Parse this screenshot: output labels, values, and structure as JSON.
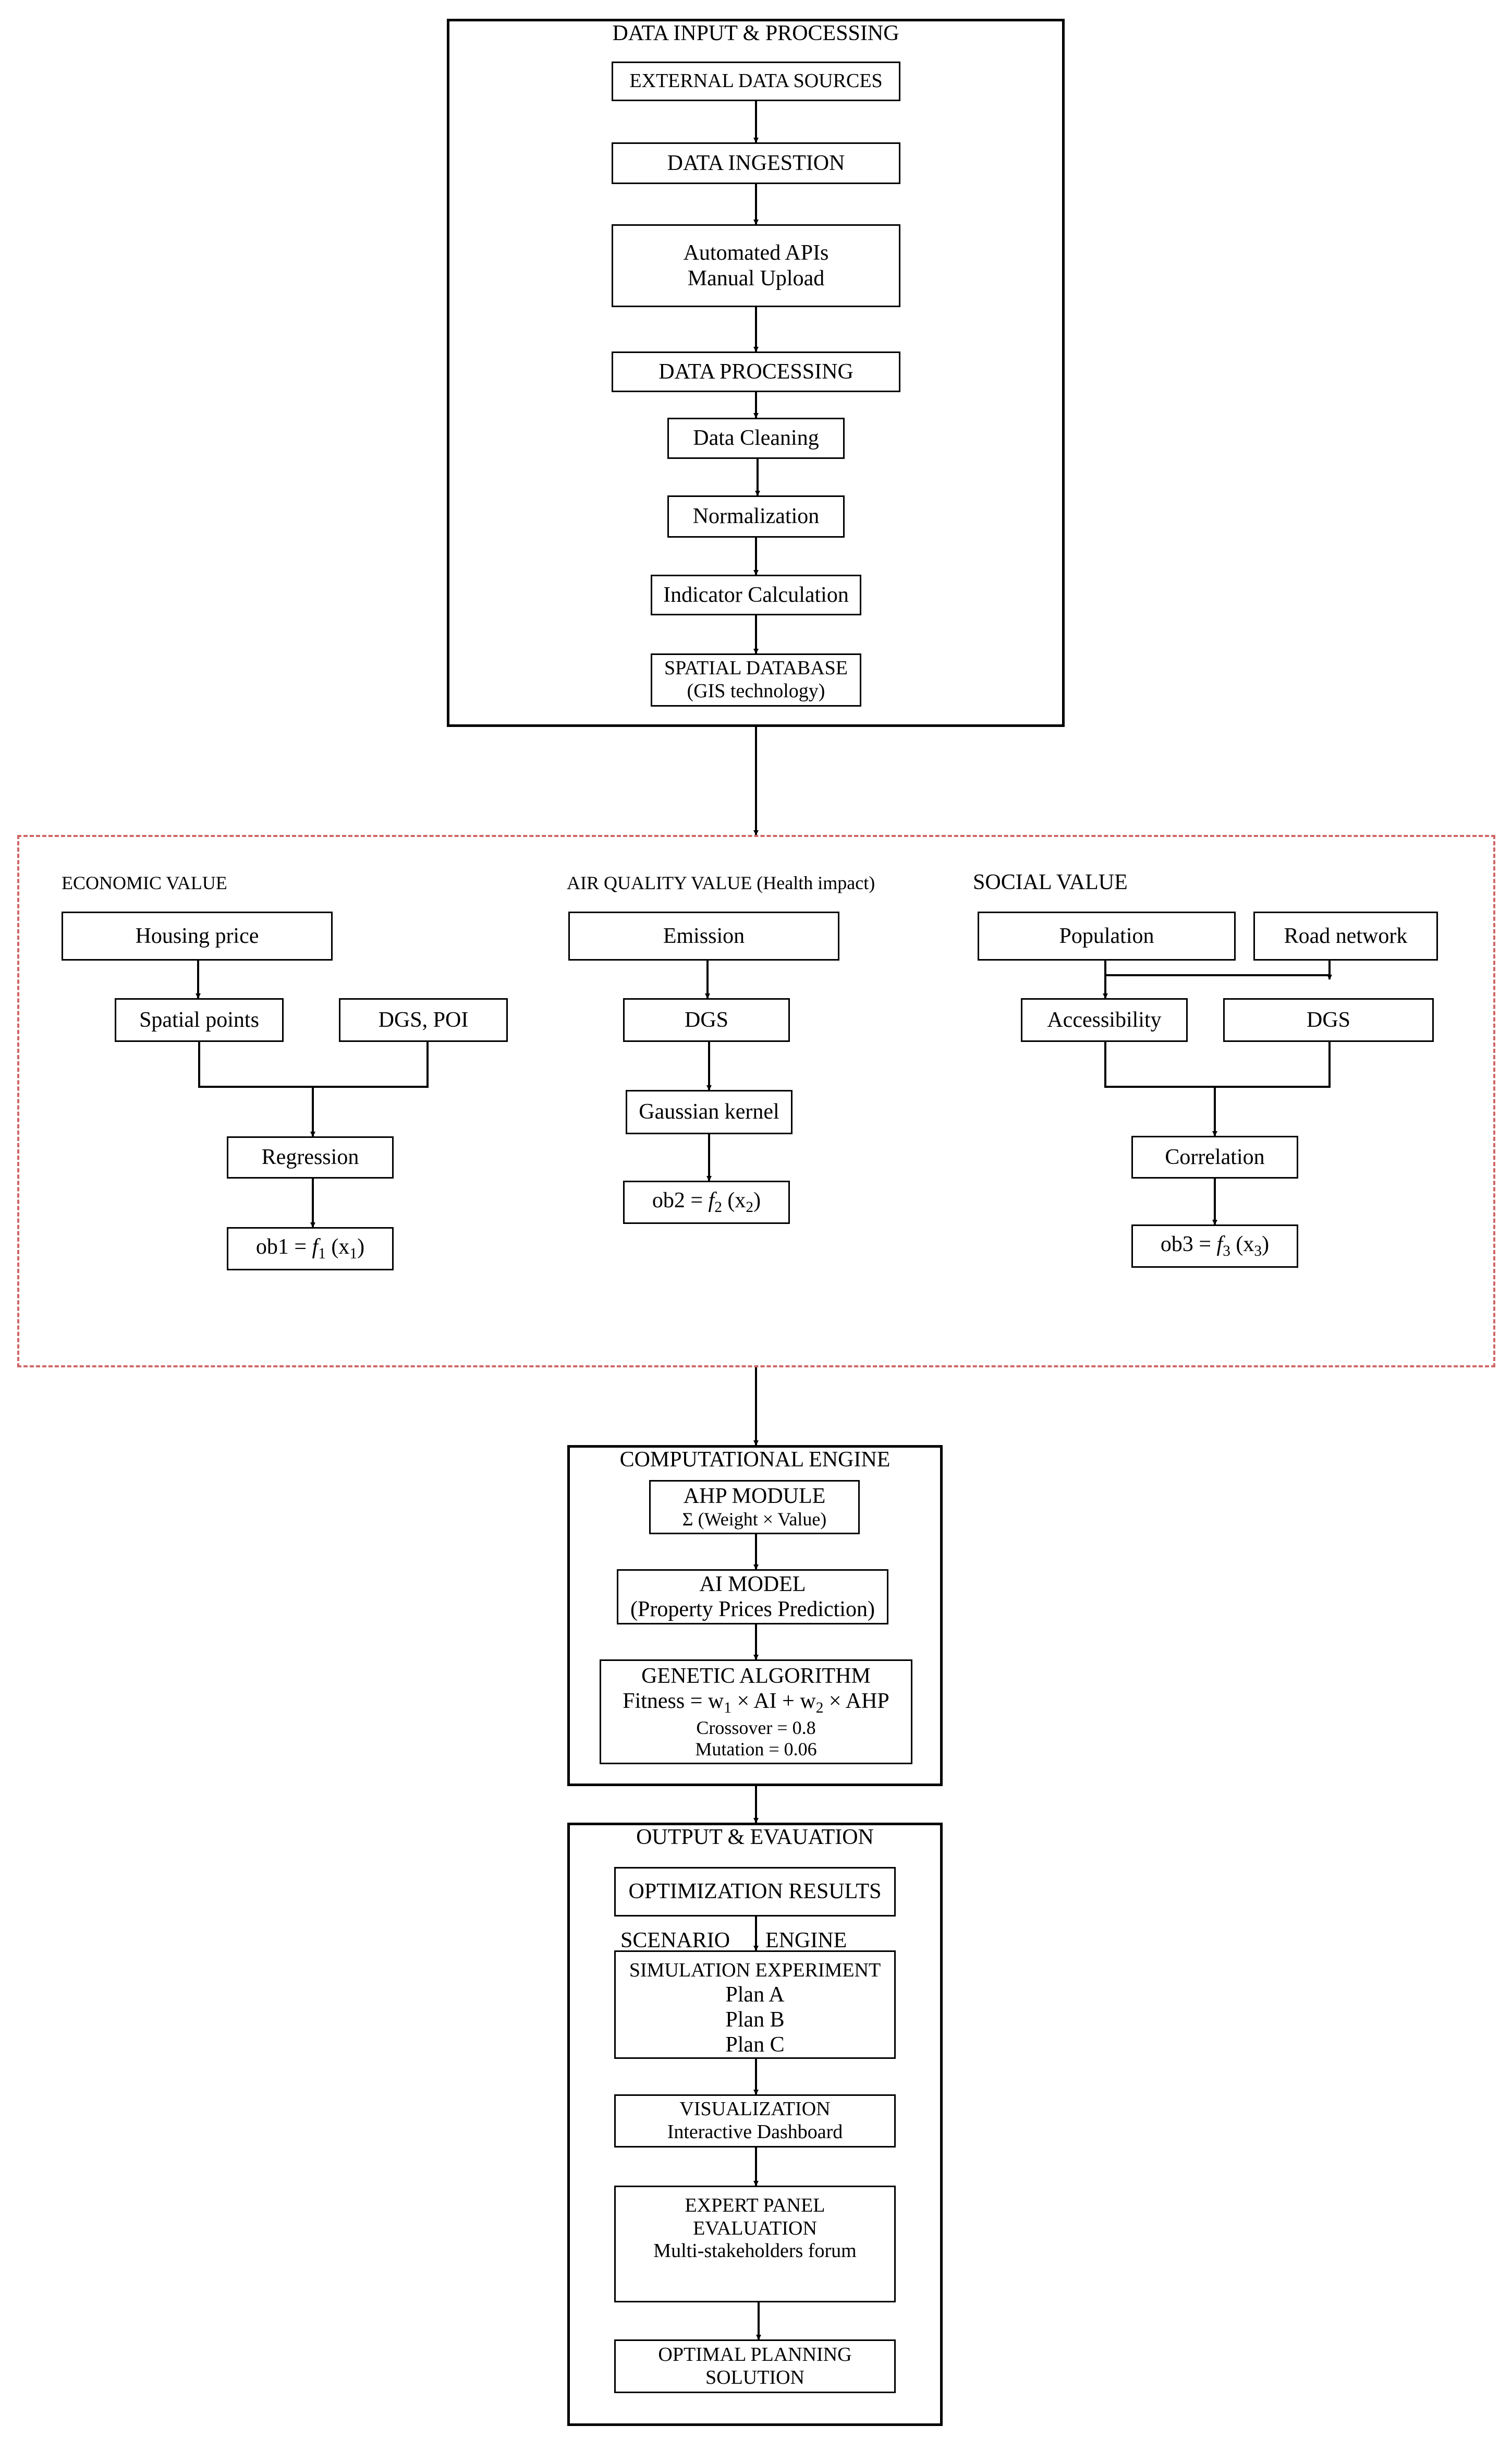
{
  "input": {
    "title": "DATA INPUT & PROCESSING",
    "external": "EXTERNAL DATA SOURCES",
    "ingestion": "DATA INGESTION",
    "ingestion_methods": [
      "Automated APIs",
      "Manual Upload"
    ],
    "processing": "DATA PROCESSING",
    "cleaning": "Data Cleaning",
    "normalization": "Normalization",
    "indicator": "Indicator Calculation",
    "spatial_db": [
      "SPATIAL DATABASE",
      "(GIS technology)"
    ]
  },
  "values": {
    "economic": {
      "title": "ECONOMIC VALUE",
      "housing": "Housing price",
      "spatial_points": "Spatial points",
      "dgs_poi": "DGS, POI",
      "regression": "Regression",
      "ob_prefix": "ob1 = ",
      "ob_fn": "f",
      "ob_fn_sub": "1",
      "ob_var": " (x",
      "ob_var_sub": "1",
      "ob_close": ")"
    },
    "air": {
      "title": "AIR QUALITY VALUE (Health impact)",
      "emission": "Emission",
      "dgs": "DGS",
      "kernel": "Gaussian kernel",
      "ob_prefix": "ob2 = ",
      "ob_fn": "f",
      "ob_fn_sub": "2",
      "ob_var": " (x",
      "ob_var_sub": "2",
      "ob_close": ")"
    },
    "social": {
      "title": "SOCIAL VALUE",
      "population": "Population",
      "road": "Road network",
      "accessibility": "Accessibility",
      "dgs": "DGS",
      "correlation": "Correlation",
      "ob_prefix": "ob3 = ",
      "ob_fn": "f",
      "ob_fn_sub": "3",
      "ob_var": " (x",
      "ob_var_sub": "3",
      "ob_close": ")"
    }
  },
  "engine": {
    "title": "COMPUTATIONAL ENGINE",
    "ahp_title": "AHP MODULE",
    "ahp_formula": "Σ (Weight × Value)",
    "ai_title": "AI MODEL",
    "ai_desc": "(Property Prices Prediction)",
    "ga_title": "GENETIC ALGORITHM",
    "ga_fit_a": "Fitness = w",
    "ga_fit_sub1": "1",
    "ga_fit_b": " × AI + w",
    "ga_fit_sub2": "2",
    "ga_fit_c": " × AHP",
    "ga_crossover": "Crossover = 0.8",
    "ga_mutation": "Mutation = 0.06"
  },
  "output": {
    "title": "OUTPUT & EVAUATION",
    "results": "OPTIMIZATION RESULTS",
    "scenario_a": "SCENARIO",
    "scenario_b": "ENGINE",
    "simulation": "SIMULATION EXPERIMENT",
    "plans": [
      "Plan A",
      "Plan B",
      "Plan C"
    ],
    "visualization": "VISUALIZATION",
    "dashboard": "Interactive Dashboard",
    "expert": [
      "EXPERT PANEL",
      "EVALUATION"
    ],
    "forum": "Multi-stakeholders forum",
    "optimal": [
      "OPTIMAL PLANNING",
      "SOLUTION"
    ]
  }
}
